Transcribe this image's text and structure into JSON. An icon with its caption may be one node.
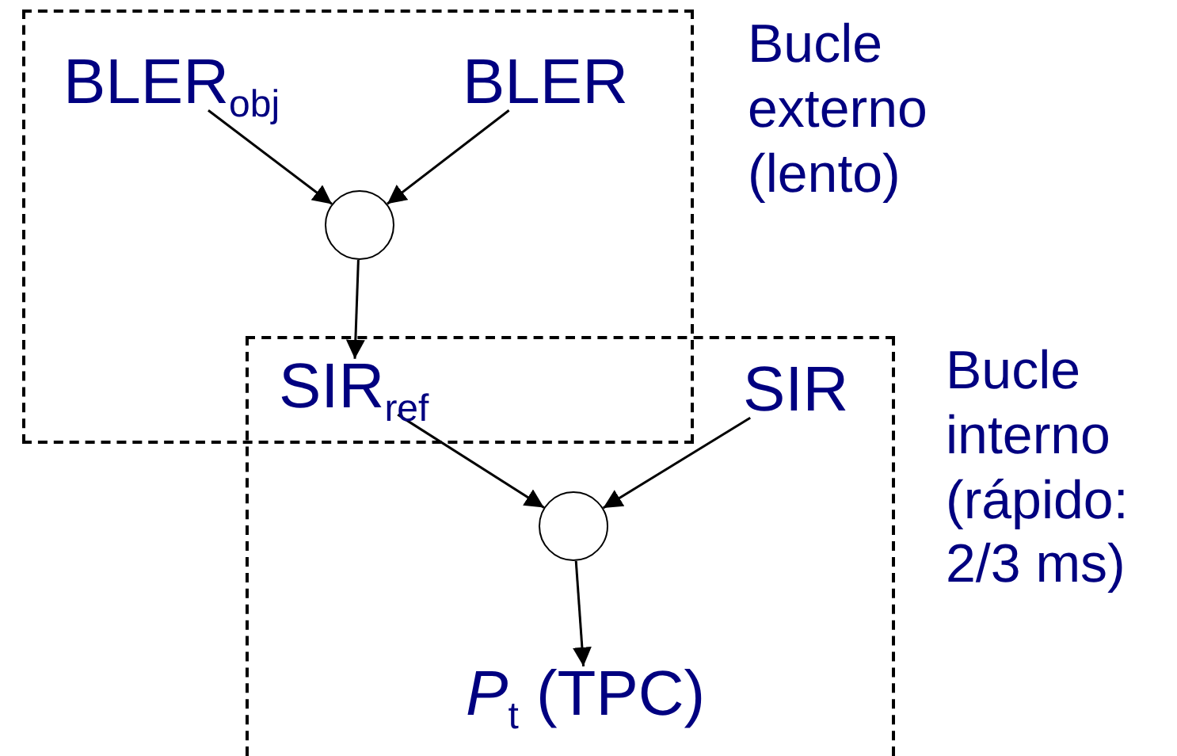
{
  "diagram": {
    "nodes": [
      {
        "text": [
          "Bucle externo (lento)"
        ]
      },
      {
        "text": [
          "Bucle interno (rápido: 2/3 ms)"
        ]
      },
      {
        "text": [
          "BLER$_{obj}$"
        ],
        "in": 0
      },
      {
        "text": [
          "BLER"
        ],
        "in": 0
      },
      {
        "text": [],
        "shape": "circle",
        "in": 0
      },
      {
        "text": [
          "SIR$_{ref}$"
        ]
      },
      {
        "text": [
          "SIR"
        ],
        "in": 1
      },
      {
        "text": [],
        "shape": "circle",
        "in": 1
      },
      {
        "text": [
          "*P*$_{t}$ (TPC)"
        ],
        "in": 1
      }
    ],
    "edges": [
      {
        "from": 2,
        "to": 4,
        "arrow": "to"
      },
      {
        "from": 3,
        "to": 4,
        "arrow": "to"
      },
      {
        "from": 4,
        "to": 5,
        "arrow": "to"
      },
      {
        "from": 5,
        "to": 7,
        "arrow": "to"
      },
      {
        "from": 6,
        "to": 7,
        "arrow": "to"
      },
      {
        "from": 7,
        "to": 8,
        "arrow": "to"
      }
    ]
  }
}
